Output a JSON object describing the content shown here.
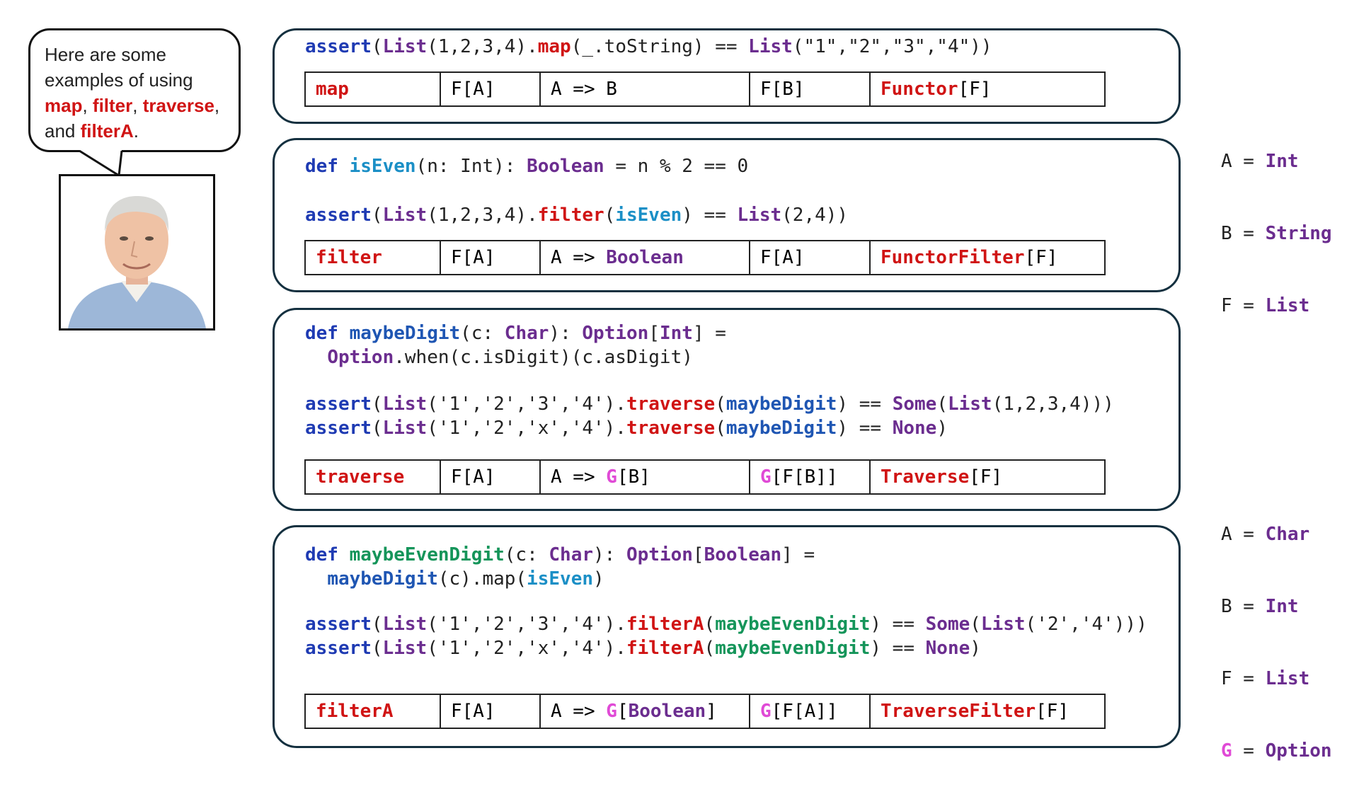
{
  "bubble": {
    "l1": "Here are some",
    "l2": "examples of using",
    "map": "map",
    "comma1": ", ",
    "filter": "filter",
    "comma2": ", ",
    "traverse": "traverse",
    "comma3": ",",
    "and": "and ",
    "filterA": "filterA",
    "period": "."
  },
  "colors": {
    "keyword": "#1f3bb3",
    "type": "#6b2d8f",
    "function": "#d01414",
    "isEven": "#1b8fc6",
    "maybeDigit": "#1f56b3",
    "maybeEvenDigit": "#15955a",
    "G": "#e04ad6"
  },
  "panels": {
    "map": {
      "code": [
        "assert(List(1,2,3,4).map(_.toString) == List(\"1\",\"2\",\"3\",\"4\"))"
      ],
      "sig": [
        "map",
        "F[A]",
        "A => B",
        "F[B]",
        "Functor[F]"
      ]
    },
    "filter": {
      "code": [
        "def isEven(n: Int): Boolean = n % 2 == 0",
        "assert(List(1,2,3,4).filter(isEven) == List(2,4))"
      ],
      "sig": [
        "filter",
        "F[A]",
        "A => Boolean",
        "F[A]",
        "FunctorFilter[F]"
      ]
    },
    "traverse": {
      "code": [
        "def maybeDigit(c: Char): Option[Int] =",
        "  Option.when(c.isDigit)(c.asDigit)",
        "assert(List('1','2','3','4').traverse(maybeDigit) == Some(List(1,2,3,4)))",
        "assert(List('1','2','x','4').traverse(maybeDigit) == None)"
      ],
      "sig": [
        "traverse",
        "F[A]",
        "A => G[B]",
        "G[F[B]]",
        "Traverse[F]"
      ]
    },
    "filterA": {
      "code": [
        "def maybeEvenDigit(c: Char): Option[Boolean] =",
        "  maybeDigit(c).map(isEven)",
        "assert(List('1','2','3','4').filterA(maybeEvenDigit) == Some(List('2','4')))",
        "assert(List('1','2','x','4').filterA(maybeEvenDigit) == None)"
      ],
      "sig": [
        "filterA",
        "F[A]",
        "A => G[Boolean]",
        "G[F[A]]",
        "TraverseFilter[F]"
      ]
    }
  },
  "legend_top": [
    {
      "name": "A",
      "eq": " = ",
      "value": "Int"
    },
    {
      "name": "B",
      "eq": " = ",
      "value": "String"
    },
    {
      "name": "F",
      "eq": " = ",
      "value": "List"
    }
  ],
  "legend_bottom": [
    {
      "name": "A",
      "eq": " = ",
      "value": "Char"
    },
    {
      "name": "B",
      "eq": " = ",
      "value": "Int"
    },
    {
      "name": "F",
      "eq": " = ",
      "value": "List"
    },
    {
      "name": "G",
      "eq": " = ",
      "value": "Option"
    }
  ]
}
